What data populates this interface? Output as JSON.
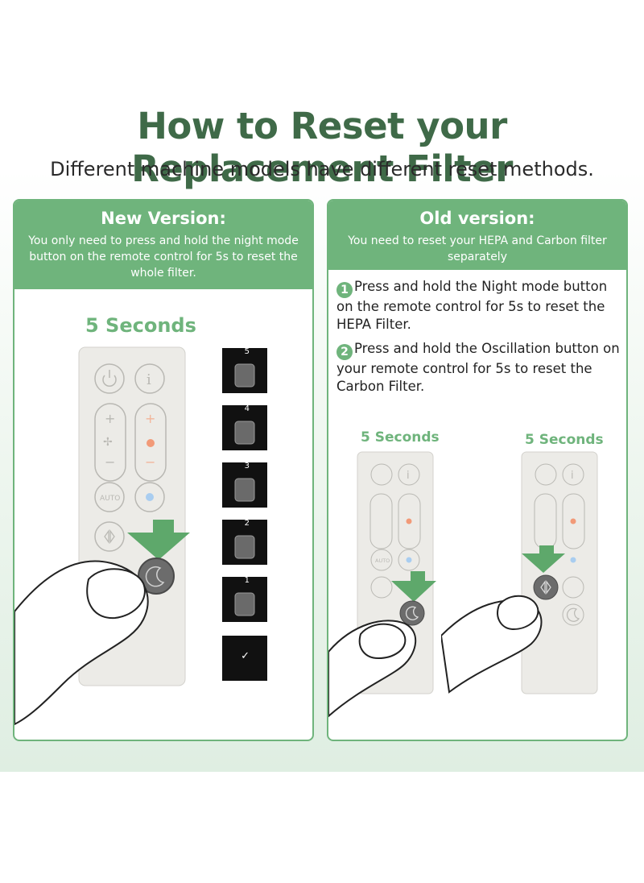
{
  "header": {
    "title": "How to Reset your Replacement Filter",
    "subtitle": "Different machine models have different reset methods."
  },
  "new_version": {
    "title": "New Version:",
    "description": "You only need to press and hold the night mode button on the remote control for 5s to reset the whole filter.",
    "seconds_label": "5 Seconds",
    "remote_auto_label": "AUTO",
    "countdown": [
      "5",
      "4",
      "3",
      "2",
      "1"
    ],
    "done_mark": "✓"
  },
  "old_version": {
    "title": "Old version:",
    "description": "You need to reset your HEPA and Carbon filter separately",
    "steps": [
      {
        "num": "1",
        "text": "Press and hold the Night mode button on the remote control for 5s to reset the HEPA Filter."
      },
      {
        "num": "2",
        "text": "Press and hold the Oscillation button on your remote control for 5s to reset the Carbon Filter."
      }
    ],
    "seconds_label_a": "5 Seconds",
    "seconds_label_b": "5 Seconds",
    "remote_auto_label": "AUTO"
  },
  "colors": {
    "accent": "#6fb47c",
    "title": "#3f6a48",
    "remote_body": "#ecebe7"
  }
}
